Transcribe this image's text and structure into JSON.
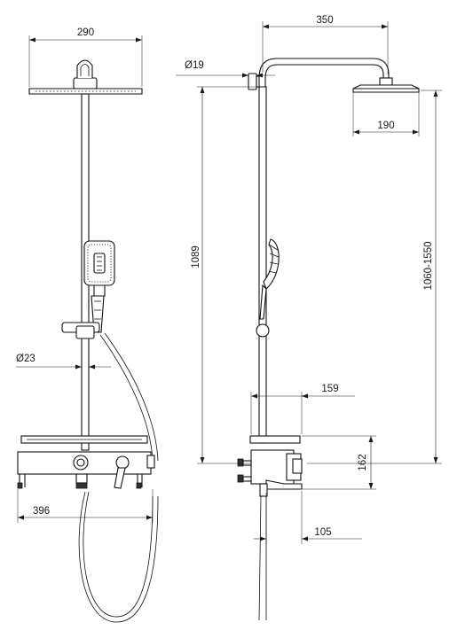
{
  "dimensions": {
    "front_width_top": "290",
    "front_pipe_diameter": "Ø23",
    "front_width_bottom": "396",
    "side_arm_reach": "350",
    "side_wall_diameter": "Ø19",
    "side_head_diameter": "190",
    "side_bar_height": "1089",
    "side_adjust_range": "1060-1550",
    "side_shelf_depth": "159",
    "side_body_height": "162",
    "side_body_depth": "105"
  }
}
